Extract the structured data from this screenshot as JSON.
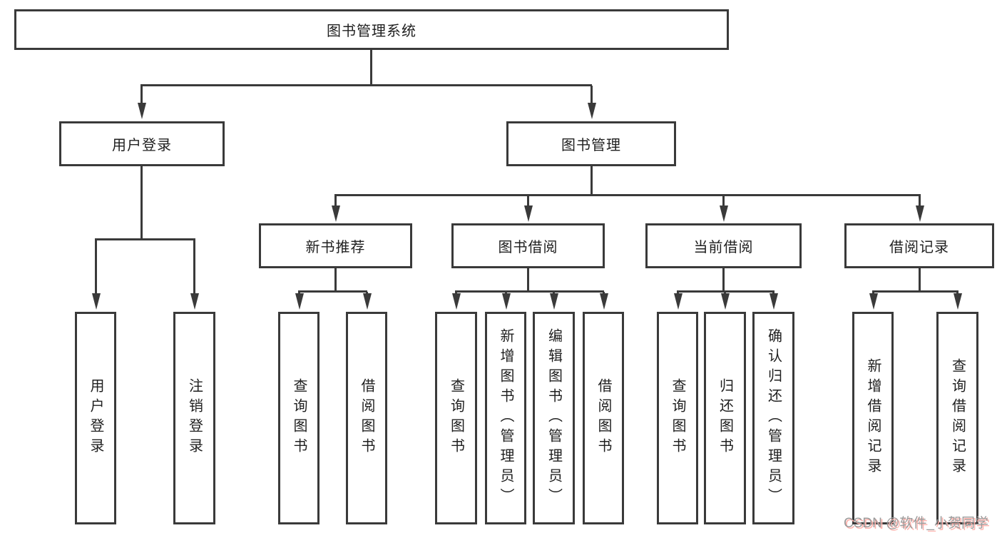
{
  "tree": {
    "root": {
      "label": "图书管理系统"
    },
    "branches": [
      {
        "label": "用户登录",
        "children": [
          {
            "label": "用户登录"
          },
          {
            "label": "注销登录"
          }
        ]
      },
      {
        "label": "图书管理",
        "children": [
          {
            "label": "新书推荐",
            "children": [
              {
                "label": "查询图书"
              },
              {
                "label": "借阅图书"
              }
            ]
          },
          {
            "label": "图书借阅",
            "children": [
              {
                "label": "查询图书"
              },
              {
                "label": "新增图书（管理员）"
              },
              {
                "label": "编辑图书（管理员）"
              },
              {
                "label": "借阅图书"
              }
            ]
          },
          {
            "label": "当前借阅",
            "children": [
              {
                "label": "查询图书"
              },
              {
                "label": "归还图书"
              },
              {
                "label": "确认归还（管理员）"
              }
            ]
          },
          {
            "label": "借阅记录",
            "children": [
              {
                "label": "新增借阅记录"
              },
              {
                "label": "查询借阅记录"
              }
            ]
          }
        ]
      }
    ]
  },
  "watermark": {
    "text": "CSDN @软件_小贺同学"
  },
  "colors": {
    "line": "#3a3a3a",
    "text": "#1f1f1f",
    "background": "#ffffff",
    "watermark_text": "#9b9b9b",
    "watermark_shadow": "#ffb3ad"
  }
}
